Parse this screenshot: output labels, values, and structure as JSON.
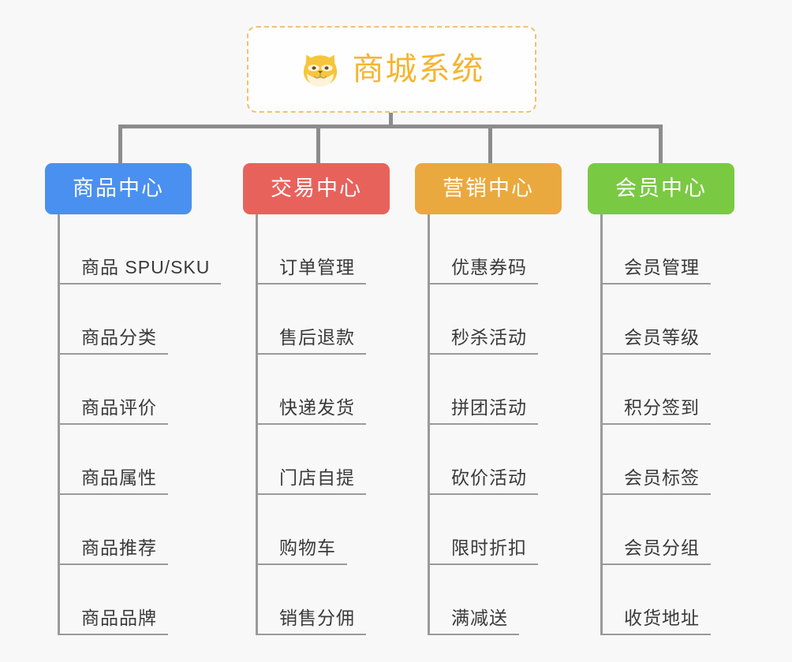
{
  "diagram": {
    "type": "mind-map",
    "background_color": "#f8f8f8",
    "connector_color": "#8c8c8c",
    "leaf_text_color": "#3a3a3a"
  },
  "root": {
    "title": "商城系统",
    "icon": "shiba-dog-face-icon",
    "text_color": "#f5b531",
    "border_color": "#f0c070",
    "fill_color": "#fefefe"
  },
  "columns": [
    {
      "header": "商品中心",
      "color": "#4a90f0",
      "items": [
        "商品 SPU/SKU",
        "商品分类",
        "商品评价",
        "商品属性",
        "商品推荐",
        "商品品牌"
      ]
    },
    {
      "header": "交易中心",
      "color": "#e8625c",
      "items": [
        "订单管理",
        "售后退款",
        "快递发货",
        "门店自提",
        "购物车",
        "销售分佣"
      ]
    },
    {
      "header": "营销中心",
      "color": "#eaa93e",
      "items": [
        "优惠券码",
        "秒杀活动",
        "拼团活动",
        "砍价活动",
        "限时折扣",
        "满减送"
      ]
    },
    {
      "header": "会员中心",
      "color": "#7ac943",
      "items": [
        "会员管理",
        "会员等级",
        "积分签到",
        "会员标签",
        "会员分组",
        "收货地址"
      ]
    }
  ]
}
